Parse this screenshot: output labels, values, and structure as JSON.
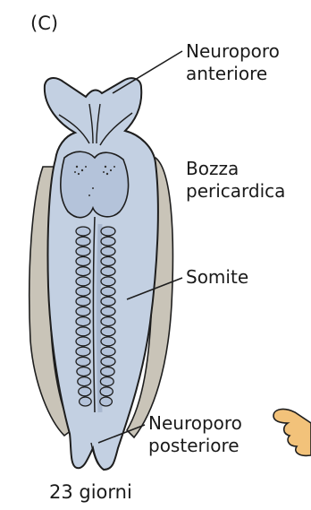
{
  "panel_label": "(C)",
  "labels": {
    "neuroporo_anteriore": {
      "line1": "Neuroporo",
      "line2": "anteriore"
    },
    "bozza_pericardica": {
      "line1": "Bozza",
      "line2": "pericardica"
    },
    "somite": {
      "line1": "Somite"
    },
    "neuroporo_posteriore": {
      "line1": "Neuroporo",
      "line2": "posteriore"
    }
  },
  "age_caption": "23 giorni",
  "colors": {
    "embryo_fill": "#c3d0e2",
    "embryo_shadow": "#a9b8cf",
    "side_band": "#c9c4b8",
    "outline": "#1e1e1e",
    "hand": "#f2c27a"
  },
  "somite_pairs": 18
}
